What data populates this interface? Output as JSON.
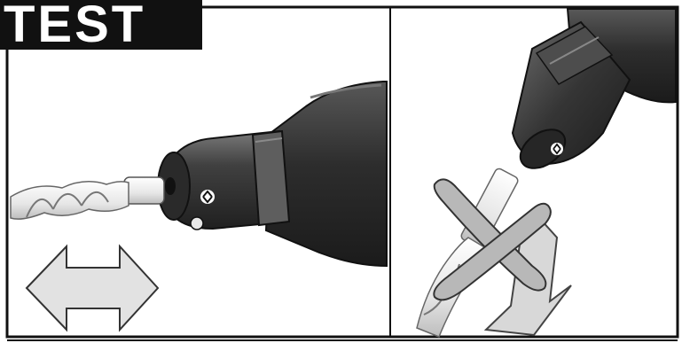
{
  "badge": {
    "label": "TEST"
  },
  "panels": [
    {
      "name": "correct-insertion",
      "icons": [
        "drill-chuck-icon",
        "hammer-drill-bit-icon",
        "double-arrow-icon",
        "lock-symbol-icon"
      ]
    },
    {
      "name": "incorrect-removal",
      "icons": [
        "drill-chuck-icon",
        "drill-bit-icon",
        "cross-out-icon",
        "down-arrow-icon"
      ]
    }
  ],
  "colors": {
    "frame": "#111111",
    "tool_body": "#3a3a3a",
    "tool_highlight": "#6f6f6f",
    "arrow_fill": "#d9d9d9",
    "cross_fill": "#bdbdbd"
  }
}
